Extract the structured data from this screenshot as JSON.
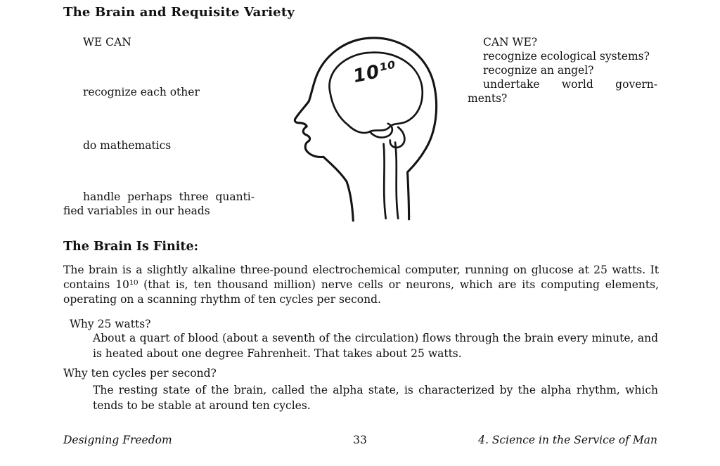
{
  "page": {
    "title": "The Brain and Requisite Variety",
    "we_can": {
      "header": "WE CAN",
      "item1": "recognize each other",
      "item2": "do mathematics",
      "wrapped_line1": "handle perhaps three quanti-",
      "wrapped_line2": "fied variables in our heads"
    },
    "can_we": {
      "header": "CAN WE?",
      "item1": "recognize ecological systems?",
      "item2": "recognize an angel?",
      "wrapped_line1": "undertake world govern-",
      "wrapped_line2": "ments?"
    },
    "figure": {
      "brain_label": "10¹⁰"
    },
    "finite": {
      "heading": "The Brain Is Finite:",
      "paragraph": "The brain is a slightly alkaline three-pound electrochemical computer, running on glucose at 25 watts. It contains 10¹⁰ (that is, ten thousand million) nerve cells or neurons, which are its computing elements, operating on a scanning rhythm of ten cycles per second."
    },
    "qa1": {
      "question": "Why 25 watts?",
      "answer": "About a quart of blood (about a seventh of the circulation) flows through the brain every minute, and is heated about one degree Fahrenheit. That takes about 25 watts."
    },
    "qa2": {
      "question": "Why ten cycles per second?",
      "answer": "The resting state of the brain, called the alpha state, is characterized by the alpha rhythm, which tends to be stable at around ten cycles."
    },
    "footer": {
      "book_title": "Designing Freedom",
      "page_number": "33",
      "chapter_title": "4. Science in the Service of Man"
    }
  }
}
